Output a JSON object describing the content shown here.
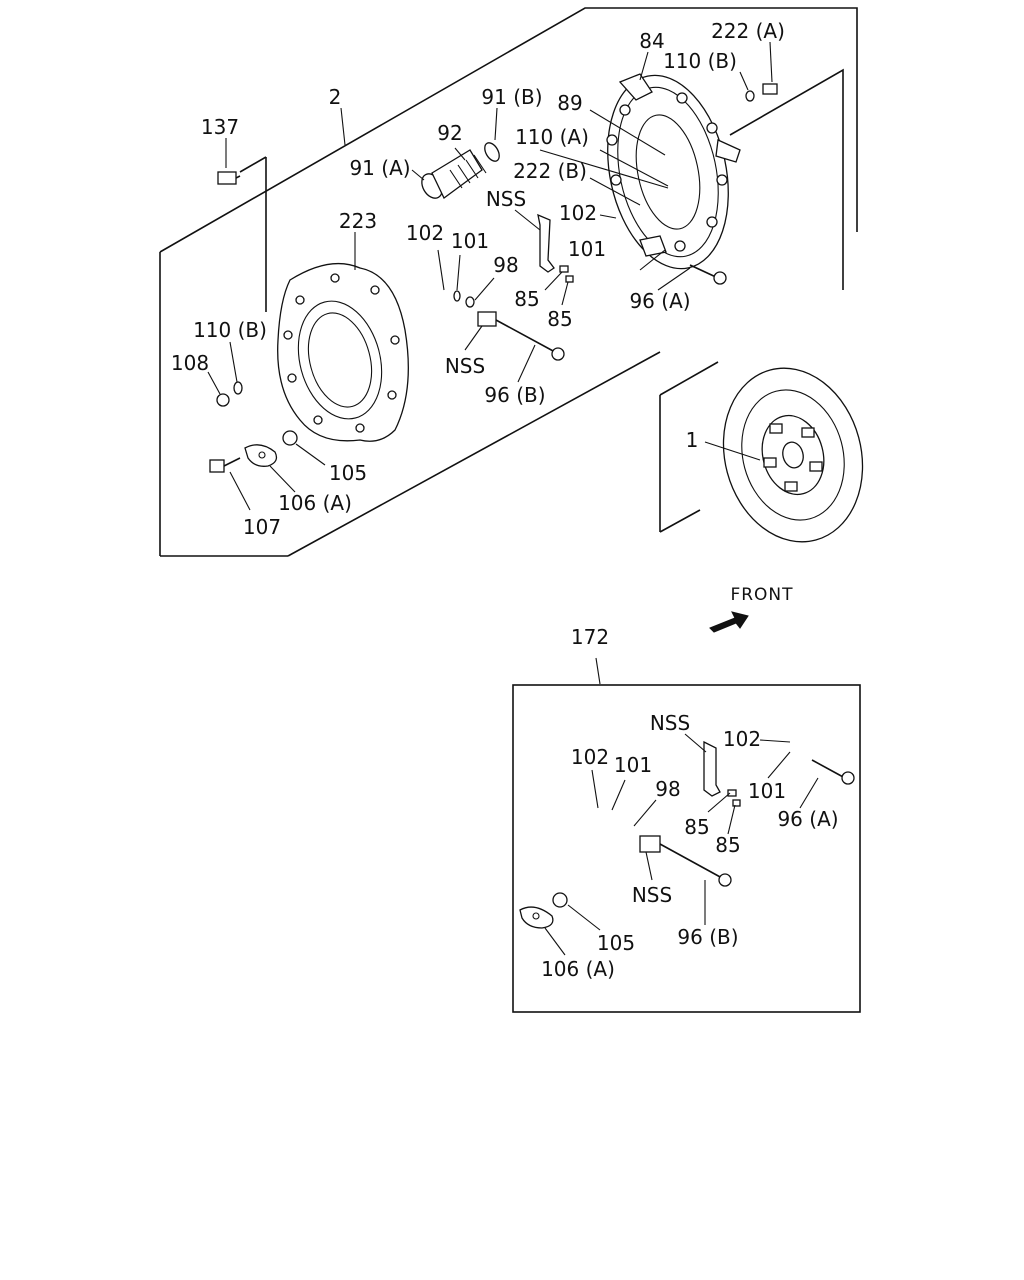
{
  "diagram": {
    "front_label": "FRONT",
    "labels": {
      "l2": "2",
      "l137": "137",
      "l223": "223",
      "l92": "92",
      "l91a": "91 (A)",
      "l91b": "91 (B)",
      "l89": "89",
      "l84": "84",
      "l222a": "222 (A)",
      "l110b_top": "110 (B)",
      "l110a": "110 (A)",
      "l222b": "222 (B)",
      "lnss1": "NSS",
      "l102_top": "102",
      "l102_mid": "102",
      "l101_mid": "101",
      "l101_right": "101",
      "l98": "98",
      "l85a": "85",
      "l85b": "85",
      "l96a": "96 (A)",
      "lnss2": "NSS",
      "l96b": "96 (B)",
      "l110b_left": "110 (B)",
      "l108": "108",
      "l105": "105",
      "l106a": "106 (A)",
      "l107": "107",
      "l1": "1",
      "l172": "172",
      "k_nss1": "NSS",
      "k_102a": "102",
      "k_102b": "102",
      "k_101a": "101",
      "k_101b": "101",
      "k_98": "98",
      "k_85a": "85",
      "k_85b": "85",
      "k_96a": "96 (A)",
      "k_nss2": "NSS",
      "k_96b": "96 (B)",
      "k_105": "105",
      "k_106a": "106 (A)"
    }
  }
}
